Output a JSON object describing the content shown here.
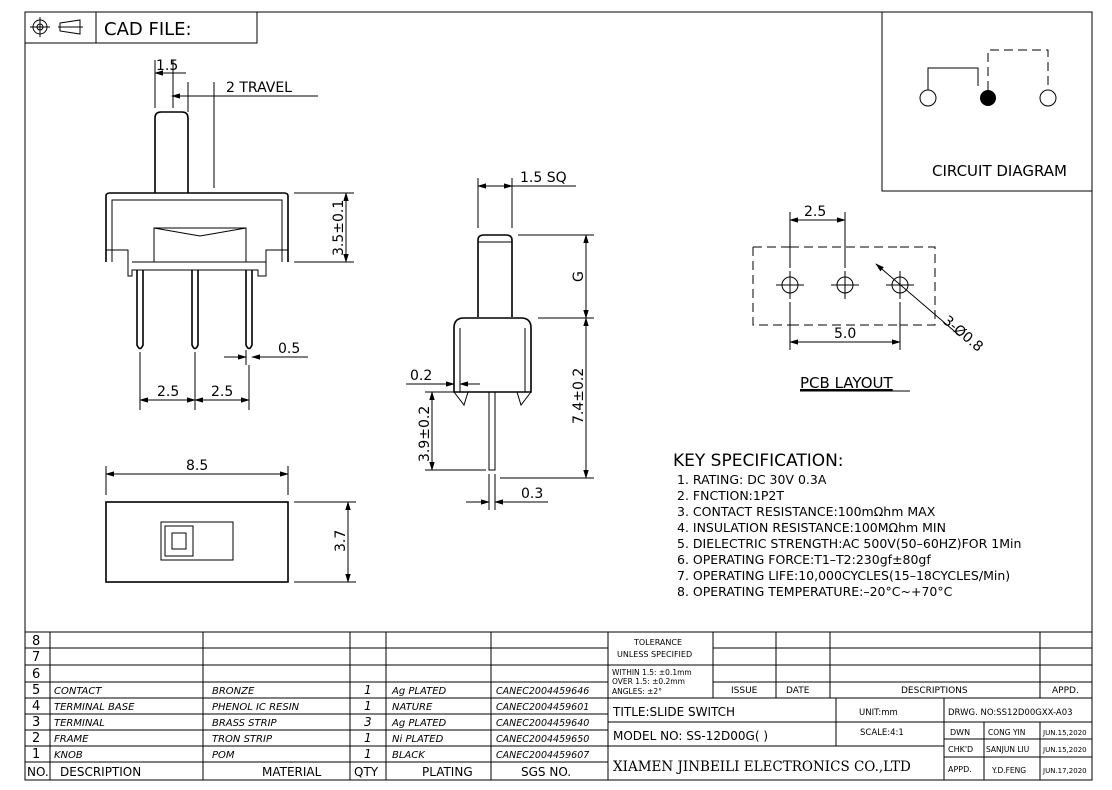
{
  "header": {
    "cad_file_label": "CAD FILE:",
    "symbols": [
      "projection-symbol-icon"
    ]
  },
  "circuit": {
    "title": "CIRCUIT DIAGRAM"
  },
  "side_view": {
    "dim_top": "1.5",
    "dim_travel": "2 TRAVEL",
    "dim_height": "3.5±0.1",
    "dim_pin": "0.5",
    "dim_pitch_left": "2.5",
    "dim_pitch_right": "2.5"
  },
  "top_view": {
    "dim_length": "8.5",
    "dim_width": "3.7"
  },
  "front_view": {
    "dim_sq": "1.5 SQ",
    "dim_g": "G",
    "dim_body": "7.4±0.2",
    "dim_gap": "0.2",
    "dim_pin_len": "3.9±0.2",
    "dim_pin_w": "0.3"
  },
  "pcb": {
    "dim_pitch": "2.5",
    "dim_span": "5.0",
    "dim_holes": "3-Ø0.8",
    "title": "PCB LAYOUT"
  },
  "spec": {
    "title": "KEY SPECIFICATION:",
    "items": [
      "1. RATING: DC 30V 0.3A",
      "2. FNCTION:1P2T",
      "3. CONTACT RESISTANCE:100mΩhm MAX",
      "4. INSULATION RESISTANCE:100MΩhm MIN",
      "5. DIELECTRIC STRENGTH:AC 500V(50–60HZ)FOR 1Min",
      "6. OPERATING FORCE:T1–T2:230gf±80gf",
      "7. OPERATING LIFE:10,000CYCLES(15–18CYCLES/Min)",
      "8. OPERATING TEMPERATURE:–20°C~+70°C"
    ]
  },
  "bom": {
    "headers": {
      "no": "NO.",
      "description": "DESCRIPTION",
      "material": "MATERIAL",
      "qty": "QTY",
      "plating": "PLATING",
      "sgs": "SGS NO."
    },
    "rows": [
      {
        "no": "8",
        "description": "",
        "material": "",
        "qty": "",
        "plating": "",
        "sgs": ""
      },
      {
        "no": "7",
        "description": "",
        "material": "",
        "qty": "",
        "plating": "",
        "sgs": ""
      },
      {
        "no": "6",
        "description": "",
        "material": "",
        "qty": "",
        "plating": "",
        "sgs": ""
      },
      {
        "no": "5",
        "description": "CONTACT",
        "material": "BRONZE",
        "qty": "1",
        "plating": "Ag PLATED",
        "sgs": "CANEC2004459646"
      },
      {
        "no": "4",
        "description": "TERMINAL BASE",
        "material": "PHENOL IC RESIN",
        "qty": "1",
        "plating": "NATURE",
        "sgs": "CANEC2004459601"
      },
      {
        "no": "3",
        "description": "TERMINAL",
        "material": "BRASS STRIP",
        "qty": "3",
        "plating": "Ag PLATED",
        "sgs": "CANEC2004459640"
      },
      {
        "no": "2",
        "description": "FRAME",
        "material": "TRON STRIP",
        "qty": "1",
        "plating": "Ni PLATED",
        "sgs": "CANEC2004459650"
      },
      {
        "no": "1",
        "description": "KNOB",
        "material": "POM",
        "qty": "1",
        "plating": "BLACK",
        "sgs": "CANEC2004459607"
      }
    ]
  },
  "title_block": {
    "tolerance_title": "TOLERANCE",
    "tolerance_sub": "UNLESS SPECIFIED",
    "within": "WITHIN 1.5: ±0.1mm",
    "over": "OVER 1.5: ±0.2mm",
    "angles": "ANGLES: ±2°",
    "issue": "ISSUE",
    "date": "DATE",
    "descriptions": "DESCRIPTIONS",
    "appd": "APPD.",
    "title": "TITLE:SLIDE SWITCH",
    "unit": "UNIT:mm",
    "drwg": "DRWG. NO:SS12D00GXX-A03",
    "model": "MODEL NO: SS-12D00G( )",
    "scale": "SCALE:4:1",
    "dwn": "DWN",
    "dwn_name": "CONG YIN",
    "dwn_date": "JUN.15,2020",
    "chkd": "CHK'D",
    "chkd_name": "SANJUN LIU",
    "chkd_date": "JUN.15,2020",
    "company": "XIAMEN JINBEILI ELECTRONICS CO.,LTD",
    "appd2": "APPD.",
    "appd_name": "Y.D.FENG",
    "appd_date": "JUN.17,2020"
  }
}
